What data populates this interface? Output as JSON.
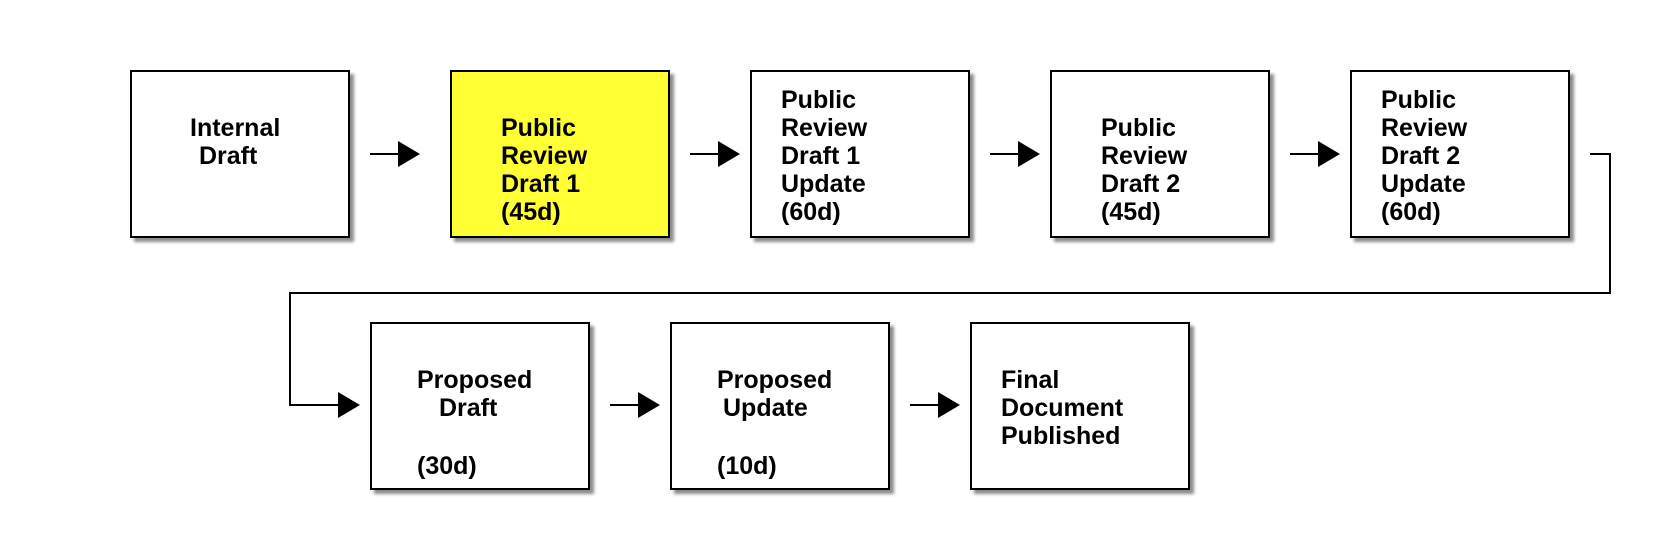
{
  "stages": [
    {
      "id": "internal-draft",
      "lines": [
        "Internal",
        "Draft"
      ],
      "duration": "",
      "highlighted": false
    },
    {
      "id": "public-review-draft-1",
      "lines": [
        "Public",
        "Review",
        "Draft 1"
      ],
      "duration": "(45d)",
      "highlighted": true
    },
    {
      "id": "public-review-draft-1-update",
      "lines": [
        "Public",
        "Review",
        "Draft 1",
        "Update"
      ],
      "duration": "(60d)",
      "highlighted": false
    },
    {
      "id": "public-review-draft-2",
      "lines": [
        "Public",
        "Review",
        "Draft 2"
      ],
      "duration": "(45d)",
      "highlighted": false
    },
    {
      "id": "public-review-draft-2-update",
      "lines": [
        "Public",
        "Review",
        "Draft 2",
        "Update"
      ],
      "duration": "(60d)",
      "highlighted": false
    },
    {
      "id": "proposed-draft",
      "lines": [
        "Proposed",
        "Draft"
      ],
      "duration": "(30d)",
      "highlighted": false
    },
    {
      "id": "proposed-update",
      "lines": [
        "Proposed",
        "Update"
      ],
      "duration": "(10d)",
      "highlighted": false
    },
    {
      "id": "final-document-published",
      "lines": [
        "Final",
        "Document",
        "Published"
      ],
      "duration": "",
      "highlighted": false
    }
  ],
  "colors": {
    "highlight": "#ffff33",
    "box_border": "#000000",
    "arrow": "#000000"
  }
}
